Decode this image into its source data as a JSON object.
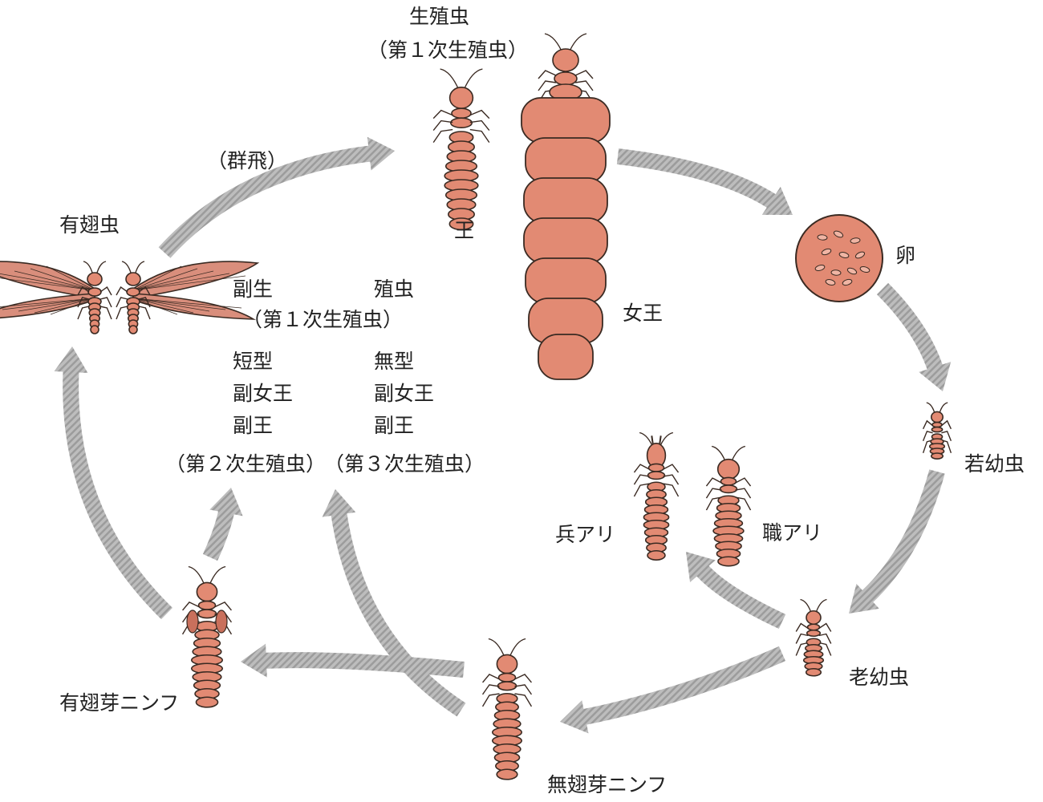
{
  "labels": {
    "reproductive": "生殖虫",
    "primary_reproductive_top": "（第１次生殖虫）",
    "king": "王",
    "queen": "女王",
    "egg": "卵",
    "young_larva": "若幼虫",
    "old_larva": "老幼虫",
    "soldier": "兵アリ",
    "worker": "職アリ",
    "apterous_nymph": "無翅芽ニンフ",
    "winged_nymph": "有翅芽ニンフ",
    "alate": "有翅虫",
    "swarming": "（群飛）",
    "supplementary_left": "副生",
    "supplementary_right": "殖虫",
    "primary_reproductive_mid": "（第１次生殖虫）",
    "short_type": "短型",
    "short_queen": "副女王",
    "short_king": "副王",
    "no_type": "無型",
    "no_queen": "副女王",
    "no_king": "副王",
    "secondary_reproductive": "（第２次生殖虫）",
    "tertiary_reproductive": "（第３次生殖虫）"
  },
  "colors": {
    "body": "#e28a73",
    "body_dark": "#c9705c",
    "outline": "#3a2a22",
    "arrow": "#b8b8b8",
    "arrow_stripe": "#9a9a9a",
    "wing": "#d98e7c"
  }
}
